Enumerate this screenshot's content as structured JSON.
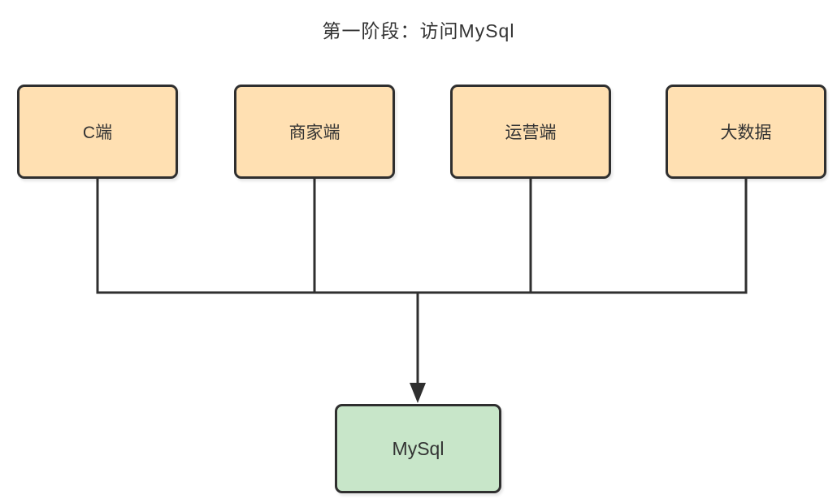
{
  "title": "第一阶段：访问MySql",
  "colors": {
    "background": "#ffffff",
    "client_fill": "#ffe0b2",
    "db_fill": "#c8e6c9",
    "stroke": "#2f2f2f",
    "text": "#333333"
  },
  "nodes": {
    "clients": [
      {
        "label": "C端"
      },
      {
        "label": "商家端"
      },
      {
        "label": "运营端"
      },
      {
        "label": "大数据"
      }
    ],
    "database": {
      "label": "MySql"
    }
  }
}
